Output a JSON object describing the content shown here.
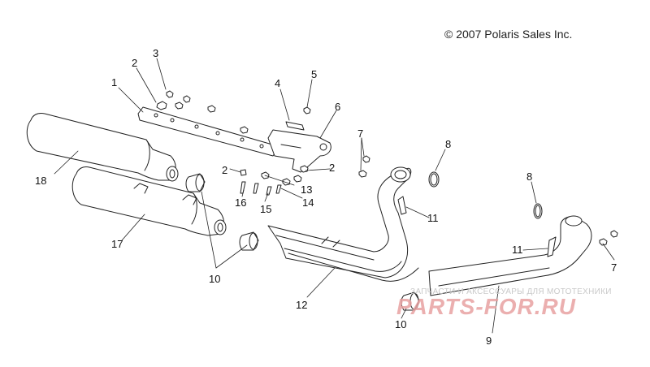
{
  "copyright": "© 2007 Polaris Sales Inc.",
  "watermark": {
    "text": "ЗАПЧАСТИ И АКСЕССУАРЫ ДЛЯ МОТОТЕХНИКИ",
    "logo": "PARTS-FOR.RU"
  },
  "callouts": {
    "c1": "1",
    "c2a": "2",
    "c2b": "2",
    "c2c": "2",
    "c3": "3",
    "c4": "4",
    "c5": "5",
    "c6": "6",
    "c7a": "7",
    "c7b": "7",
    "c8a": "8",
    "c8b": "8",
    "c9": "9",
    "c10a": "10",
    "c10b": "10",
    "c11a": "11",
    "c11b": "11",
    "c12": "12",
    "c13": "13",
    "c14": "14",
    "c15": "15",
    "c16": "16",
    "c17": "17",
    "c18": "18"
  }
}
